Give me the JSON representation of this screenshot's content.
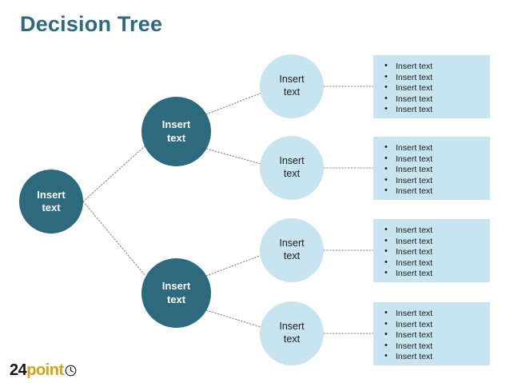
{
  "slide": {
    "title": "Decision Tree",
    "background_color": "#ffffff"
  },
  "colors": {
    "title": "#2d6a7d",
    "node_dark": "#2d6a7d",
    "node_dark_text": "#ffffff",
    "node_light": "#c8e4ee",
    "node_light_text": "#1b1b1b",
    "panel": "#c8e4ee",
    "panel_text": "#1b1b1b",
    "connector": "#8c8c8c",
    "logo_dark": "#151515",
    "logo_accent": "#d4a418"
  },
  "tree": {
    "root": {
      "line1": "Insert",
      "line2": "text"
    },
    "branches": [
      {
        "node": {
          "line1": "Insert",
          "line2": "text"
        },
        "leaves": [
          {
            "node": {
              "line1": "Insert",
              "line2": "text"
            },
            "bullets": [
              "Insert text",
              "Insert text",
              "Insert text",
              "Insert text",
              "Insert text"
            ]
          },
          {
            "node": {
              "line1": "Insert",
              "line2": "text"
            },
            "bullets": [
              "Insert text",
              "Insert text",
              "Insert text",
              "Insert text",
              "Insert text"
            ]
          }
        ]
      },
      {
        "node": {
          "line1": "Insert",
          "line2": "text"
        },
        "leaves": [
          {
            "node": {
              "line1": "Insert",
              "line2": "text"
            },
            "bullets": [
              "Insert text",
              "Insert text",
              "Insert text",
              "Insert text",
              "Insert text"
            ]
          },
          {
            "node": {
              "line1": "Insert",
              "line2": "text"
            },
            "bullets": [
              "Insert text",
              "Insert text",
              "Insert text",
              "Insert text",
              "Insert text"
            ]
          }
        ]
      }
    ]
  },
  "logo": {
    "part1": "24",
    "part2": "point",
    "icon": "clock-icon"
  }
}
